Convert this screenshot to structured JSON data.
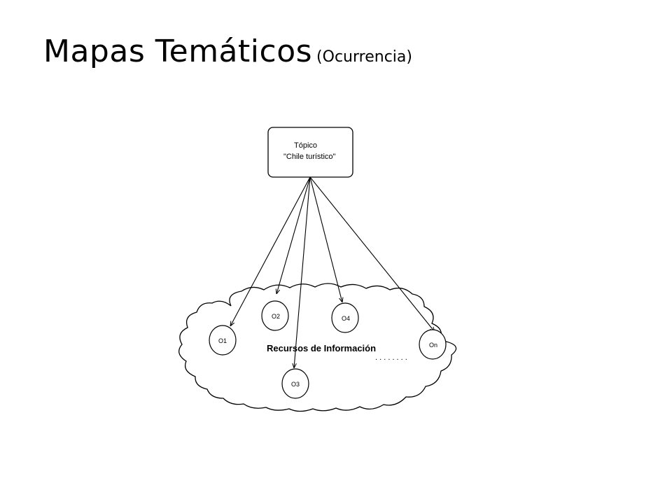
{
  "title": {
    "main": "Mapas Temáticos",
    "sub_open": "(",
    "sub": "Ocurrencia",
    "sub_close": ")"
  },
  "diagram": {
    "topic": {
      "line1": "Tópico",
      "line2": "\"Chile turístico\""
    },
    "cloud_label": "Recursos de Información",
    "ellipsis": ". . . . . . . .",
    "occurrences": [
      "O1",
      "O2",
      "O3",
      "O4",
      "On"
    ]
  }
}
